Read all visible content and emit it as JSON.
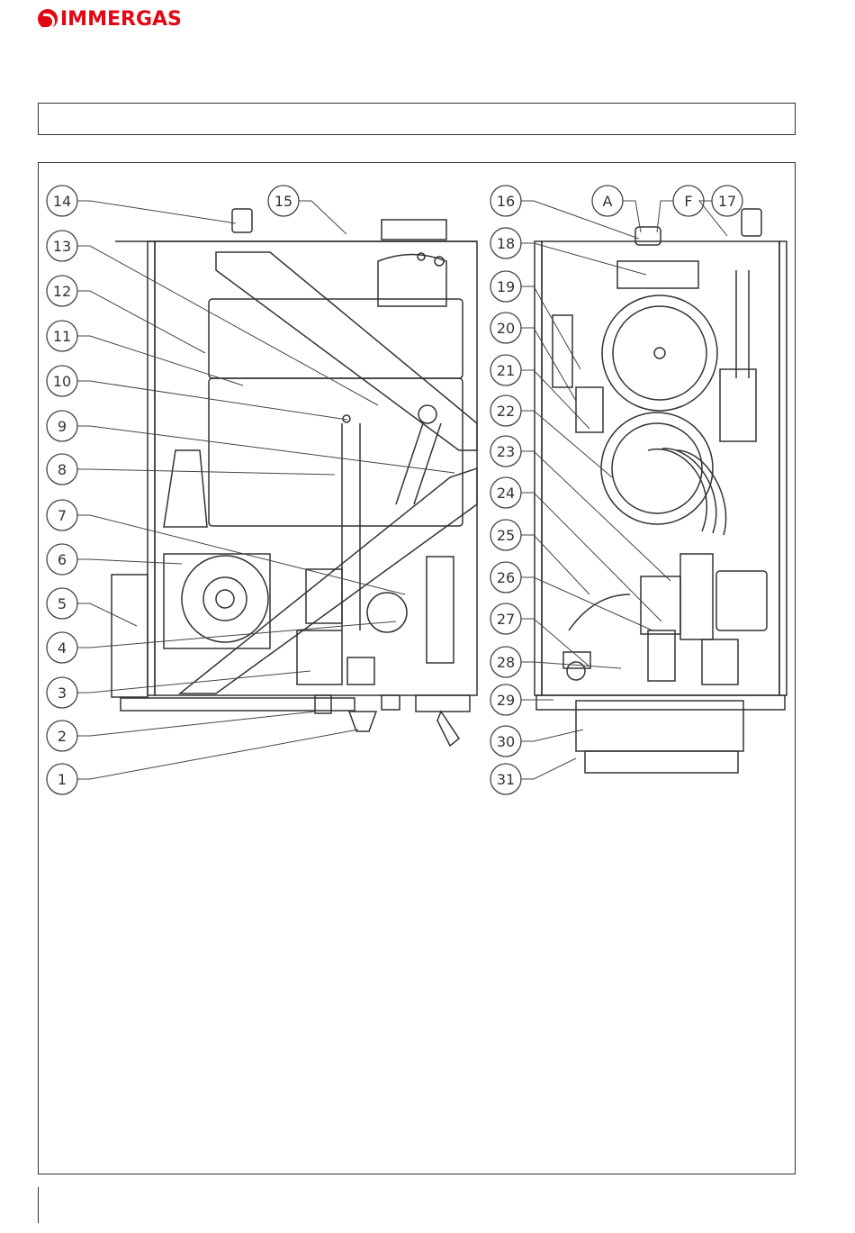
{
  "brand": {
    "name": "IMMERGAS",
    "color": "#e30613"
  },
  "labels": {
    "left": [
      "14",
      "13",
      "12",
      "11",
      "10",
      "9",
      "8",
      "7",
      "6",
      "5",
      "4",
      "3",
      "2",
      "1"
    ],
    "right": [
      "16",
      "18",
      "19",
      "20",
      "21",
      "22",
      "23",
      "24",
      "25",
      "26",
      "27",
      "28",
      "29",
      "30",
      "31"
    ],
    "top": [
      "15",
      "A",
      "F",
      "17"
    ]
  }
}
